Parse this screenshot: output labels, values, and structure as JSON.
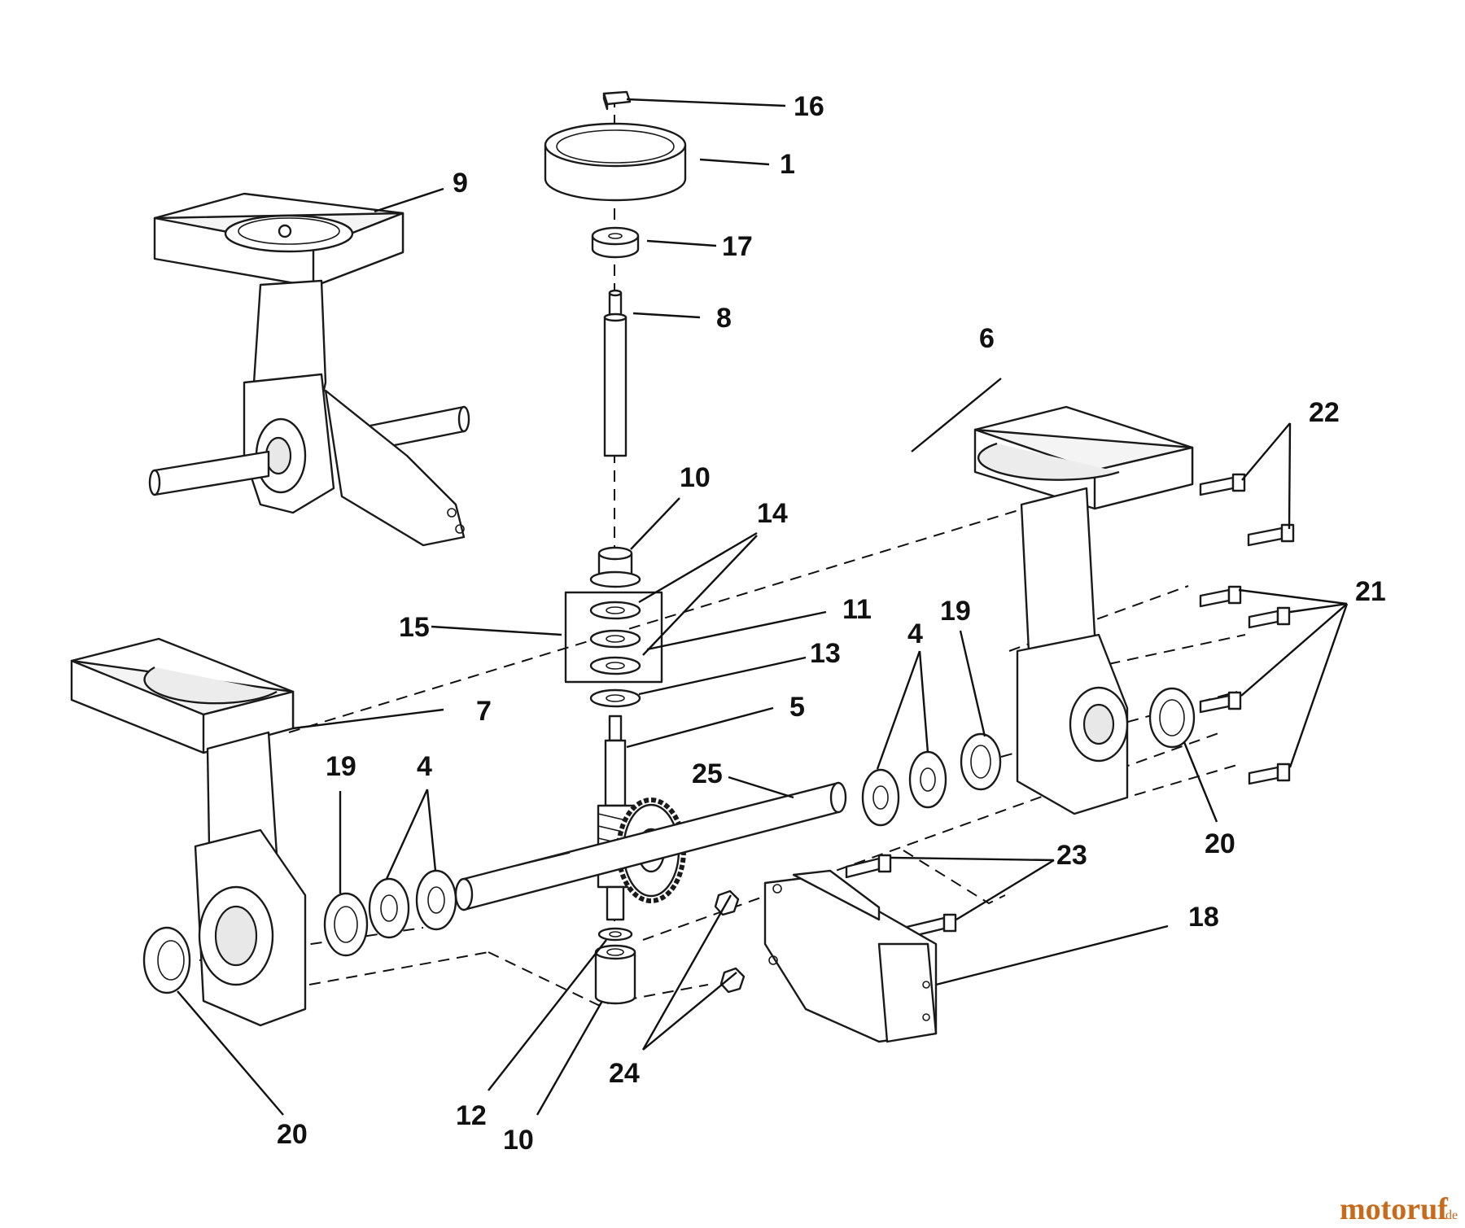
{
  "callouts": {
    "c1": "1",
    "c4a": "4",
    "c4b": "4",
    "c5": "5",
    "c6": "6",
    "c7": "7",
    "c8": "8",
    "c9": "9",
    "c10a": "10",
    "c10b": "10",
    "c11": "11",
    "c12": "12",
    "c13": "13",
    "c14": "14",
    "c15": "15",
    "c16": "16",
    "c17": "17",
    "c18": "18",
    "c19a": "19",
    "c19b": "19",
    "c20a": "20",
    "c20b": "20",
    "c21": "21",
    "c22": "22",
    "c23": "23",
    "c24": "24",
    "c25": "25"
  },
  "watermark": {
    "main": "motoruf",
    "tld": ".de"
  }
}
